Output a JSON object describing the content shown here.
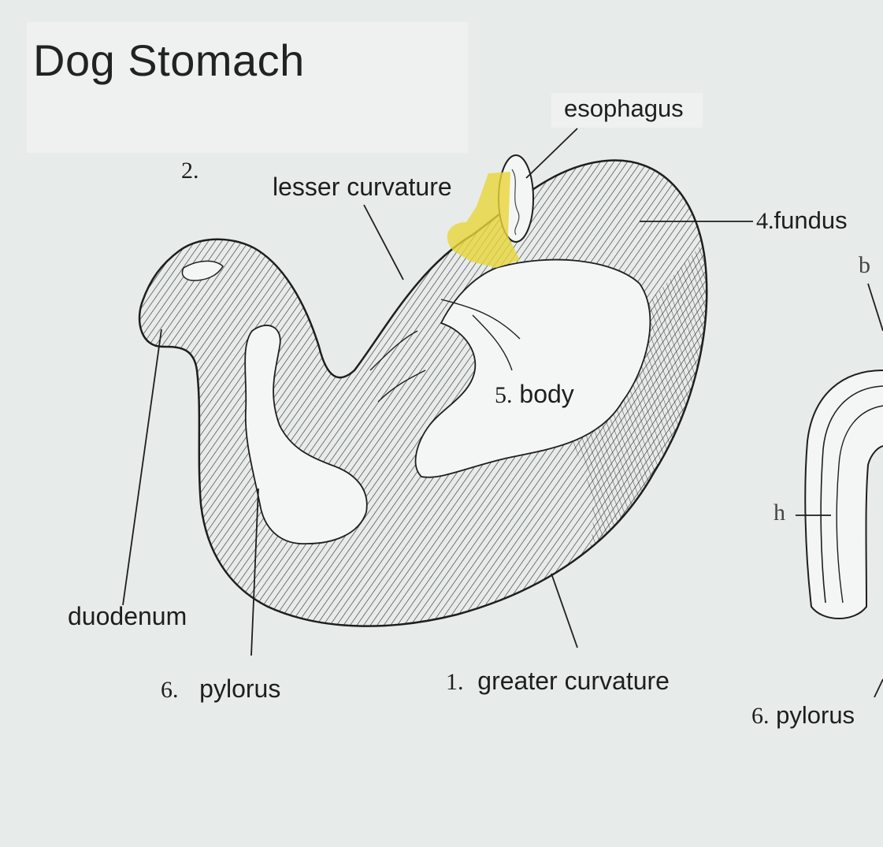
{
  "title": "Dog Stomach",
  "labels": {
    "esophagus": "esophagus",
    "lesser_curvature": "lesser curvature",
    "fundus_num": "4.",
    "fundus": "fundus",
    "body_num": "5.",
    "body": "body",
    "duodenum": "duodenum",
    "pylorus_num": "6.",
    "pylorus": "pylorus",
    "greater_num": "1.",
    "greater_curvature": "greater curvature",
    "blank_num": "2.",
    "side_pylorus_num": "6.",
    "side_pylorus": "pylorus",
    "side_b": "b",
    "side_h": "h"
  },
  "colors": {
    "highlight": "#e8d63a",
    "ink": "#1e1e1e",
    "background": "#e7ebea"
  }
}
